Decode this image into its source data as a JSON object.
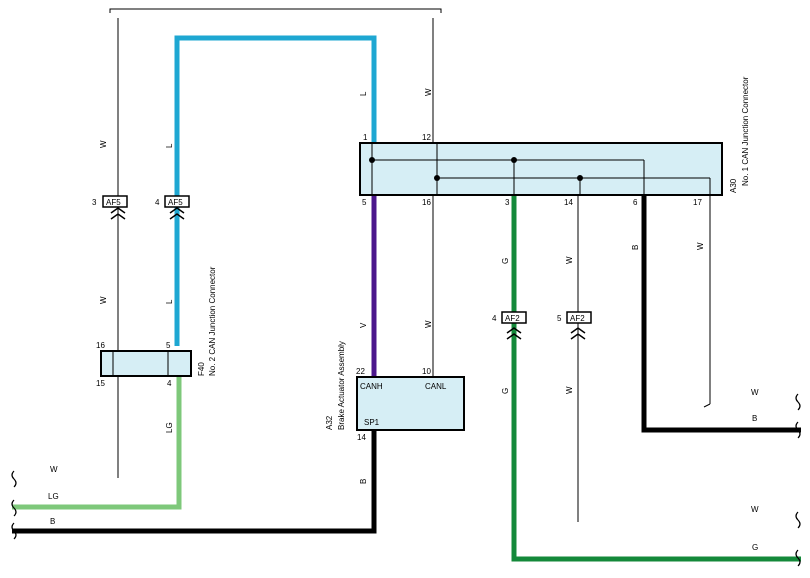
{
  "colors": {
    "L": "#1ea7d2",
    "V": "#4b178c",
    "G": "#14893a",
    "LG": "#7ec87a",
    "B": "#000000",
    "W": "#000000",
    "box_fill": "#d6eef5"
  },
  "wires": {
    "w_left": "W",
    "w_left_lower": "W",
    "l_left_upper": "L",
    "l_left_lower": "L",
    "lg_left": "LG",
    "l_top": "L",
    "w_top": "W",
    "v_mid": "V",
    "w_mid": "W",
    "g_upper": "G",
    "g_lower": "G",
    "w14_upper": "W",
    "w14_lower": "W",
    "b_right": "B",
    "w_right": "W",
    "b_sp1": "B"
  },
  "edge_labels": {
    "left_w": "W",
    "left_lg": "LG",
    "left_b": "B",
    "right_w1": "W",
    "right_b": "B",
    "right_w2": "W",
    "right_g": "G"
  },
  "a30": {
    "code": "A30",
    "name": "No. 1 CAN Junction Connector",
    "pins_top": [
      "1",
      "12"
    ],
    "pins_bottom": [
      "5",
      "16",
      "3",
      "14",
      "6",
      "17"
    ]
  },
  "f40": {
    "code": "F40",
    "name": "No. 2 CAN Junction Connector",
    "pins_top": [
      "16",
      "5"
    ],
    "pins_bottom": [
      "15",
      "4"
    ]
  },
  "a32": {
    "code": "A32",
    "name": "Brake Actuator Assembly",
    "pins_top": [
      "22",
      "10"
    ],
    "canh": "CANH",
    "canl": "CANL",
    "sp1": "SP1",
    "pin_bottom": "14"
  },
  "af5_left": {
    "name": "AF5",
    "pin": "3"
  },
  "af5_right": {
    "name": "AF5",
    "pin": "4"
  },
  "af2_left": {
    "name": "AF2",
    "pin": "4"
  },
  "af2_right": {
    "name": "AF2",
    "pin": "5"
  }
}
